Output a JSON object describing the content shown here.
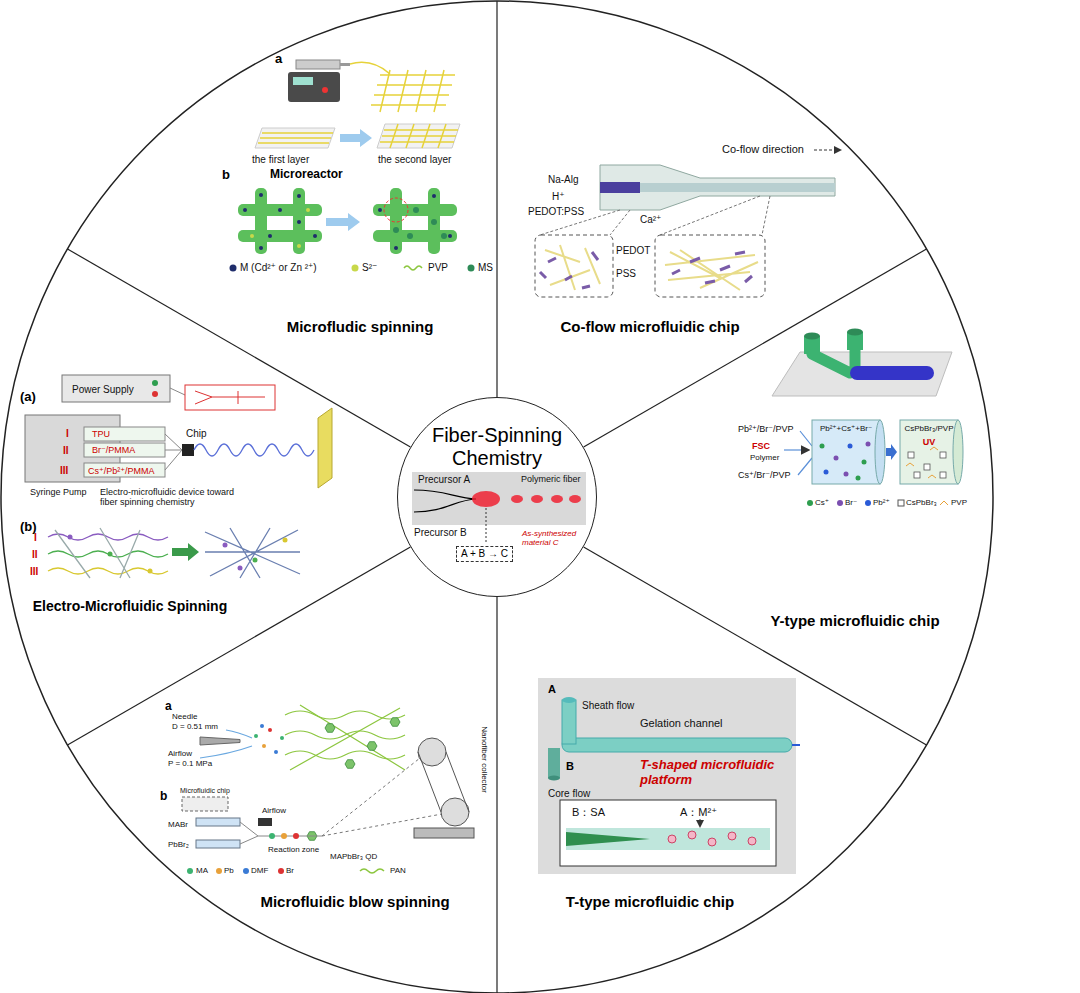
{
  "diagram": {
    "nodes": [
      {
        "text": [
          "Fiber-Spinning Chemistry"
        ]
      },
      {
        "text": [
          "A + B → C"
        ],
        "in": 0
      }
    ],
    "labels": [
      "a",
      "the first layer",
      "the second layer",
      "b",
      "Microreactor",
      "M (Cd²⁺ or Zn ²⁺)",
      "S²⁻",
      "PVP",
      "MS",
      "Microfludic spinning",
      "Co-flow direction",
      "Na-Alg",
      "H⁺",
      "PEDOT:PSS",
      "Ca²⁺",
      "PEDOT",
      "PSS",
      "Co-flow microfluidic chip",
      "Pb²⁺/Br⁻/PVP",
      "FSC",
      "Polymer",
      "Cs⁺/Br⁻/PVP",
      "Pb²⁺+Cs⁺+Br⁻",
      "CsPbBr₃/PVP",
      "UV",
      "Cs⁺",
      "Br⁻",
      "Pb²⁺",
      "CsPbBr₃",
      "PVP",
      "Y-type microfluidic chip",
      "A",
      "Gelation channel",
      "Sheath flow",
      "B",
      "Core flow",
      "T-shaped microfluidic platform",
      "B：SA",
      "A：M²⁺",
      "T-type microfluidic chip",
      "a",
      "Needle",
      "D = 0.51 mm",
      "Airflow",
      "P = 0.1 MPa",
      "b",
      "Microfluidic chip",
      "Airflow",
      "Reaction zone",
      "MABr",
      "PbBr₂",
      "MAPbBr₃ QD",
      "Nanofiber collector",
      "MA",
      "Pb",
      "DMF",
      "Br",
      "PAN",
      "Microfluidic blow spinning",
      "(a)",
      "Power Supply",
      "TPU",
      "I",
      "II",
      "Br⁻/PMMA",
      "III",
      "Cs⁺/Pb²⁺/PMMA",
      "Chip",
      "Syringe Pump",
      "Electro-microfluidic device toward fiber spinning chemistry",
      "(b)",
      "I",
      "II",
      "III",
      "Electro-Microfluidic Spinning",
      "Precursor A",
      "Polymeric fiber",
      "Precursor B",
      "As-synthesized material C"
    ]
  }
}
